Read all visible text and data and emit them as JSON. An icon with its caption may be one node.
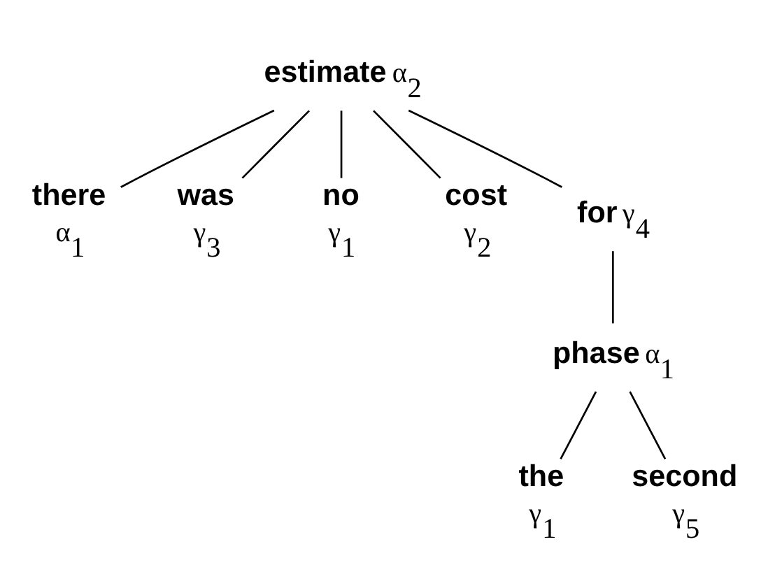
{
  "diagram": {
    "nodes": [
      {
        "text": [
          "estimate"
        ],
        "beside": [
          "α$_{2}$"
        ]
      },
      {
        "text": [
          "there"
        ],
        "beside": [
          "α$_{1}$"
        ]
      },
      {
        "text": [
          "was"
        ],
        "beside": [
          "γ$_{3}$"
        ]
      },
      {
        "text": [
          "no"
        ],
        "beside": [
          "γ$_{1}$"
        ]
      },
      {
        "text": [
          "cost"
        ],
        "beside": [
          "γ$_{2}$"
        ]
      },
      {
        "text": [
          "for"
        ],
        "beside": [
          "γ$_{4}$"
        ]
      },
      {
        "text": [
          "phase"
        ],
        "beside": [
          "α$_{1}$"
        ]
      },
      {
        "text": [
          "the"
        ],
        "beside": [
          "γ$_{1}$"
        ]
      },
      {
        "text": [
          "second"
        ],
        "beside": [
          "γ$_{5}$"
        ]
      }
    ],
    "edges": [
      {
        "from": 0,
        "to": 1,
        "arrow": "none"
      },
      {
        "from": 0,
        "to": 2,
        "arrow": "none"
      },
      {
        "from": 0,
        "to": 3,
        "arrow": "none"
      },
      {
        "from": 0,
        "to": 4,
        "arrow": "none"
      },
      {
        "from": 0,
        "to": 5,
        "arrow": "none"
      },
      {
        "from": 5,
        "to": 6,
        "arrow": "none"
      },
      {
        "from": 6,
        "to": 7,
        "arrow": "none"
      },
      {
        "from": 6,
        "to": 8,
        "arrow": "none"
      }
    ]
  }
}
